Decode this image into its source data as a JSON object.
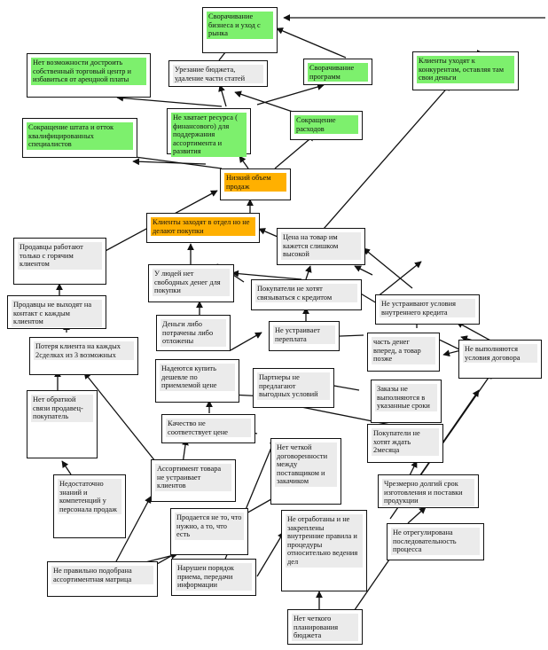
{
  "colors": {
    "green": "#7df06d",
    "orange": "#ffb000",
    "gray": "#ebebeb",
    "line": "#111111"
  },
  "nodes": [
    {
      "id": "n1",
      "text": "Сворачивание бизнеса и уход с рынка",
      "hl": "green"
    },
    {
      "id": "n2",
      "text": "Клиенты уходят к конкурентам, оставляя там свои деньги",
      "hl": "green"
    },
    {
      "id": "n3",
      "text": "Нет возможности достроить собственный торговый центр и избавиться от арендной платы",
      "hl": "green"
    },
    {
      "id": "n4",
      "text": "Урезание бюджета, удаление части статей",
      "hl": "gray"
    },
    {
      "id": "n5",
      "text": "Сворачивание программ",
      "hl": "green"
    },
    {
      "id": "n6",
      "text": "Сокращение штата и отток квалифицированных специалистов",
      "hl": "green"
    },
    {
      "id": "n7",
      "text": "Не хватает ресурса ( финансового) для поддержания ассортимента и развития",
      "hl": "green"
    },
    {
      "id": "n8",
      "text": "Сокращение расходов",
      "hl": "green"
    },
    {
      "id": "n9",
      "text": "Низкий объем продаж",
      "hl": "orange"
    },
    {
      "id": "n10",
      "text": "Клиенты заходят в отдел но не делают покупки",
      "hl": "orange"
    },
    {
      "id": "n11",
      "text": "Цена на товар им кажется слишком высокой",
      "hl": "gray"
    },
    {
      "id": "n12",
      "text": "Продавцы работают только с горячим клиентом",
      "hl": "gray"
    },
    {
      "id": "n13",
      "text": "У людей нет свободных денег для покупки",
      "hl": "gray"
    },
    {
      "id": "n14",
      "text": "Покупатели не хотят связываться с кредитом",
      "hl": "gray"
    },
    {
      "id": "n15",
      "text": "Продавцы не выходят на контакт с каждым клиентом",
      "hl": "gray"
    },
    {
      "id": "n16",
      "text": "Не устраивают условия внутреннего кредита",
      "hl": "gray"
    },
    {
      "id": "n17",
      "text": "Деньги либо потрачены либо отложены",
      "hl": "gray"
    },
    {
      "id": "n18",
      "text": "Не устраивает переплата",
      "hl": "gray"
    },
    {
      "id": "n19",
      "text": "часть денег вперед, а товар позже",
      "hl": "gray"
    },
    {
      "id": "n20",
      "text": "Потеря клиента на каждых 2сделках из 3 возможных",
      "hl": "gray"
    },
    {
      "id": "n21",
      "text": "Не выполняются условия договора",
      "hl": "gray"
    },
    {
      "id": "n22",
      "text": "Надеются купить дешевле по приемлемой цене",
      "hl": "gray"
    },
    {
      "id": "n23",
      "text": "Партнеры не предлагают выгодных условий",
      "hl": "gray"
    },
    {
      "id": "n24",
      "text": "Заказы не выполняются в указанные сроки",
      "hl": "gray"
    },
    {
      "id": "n25",
      "text": "Нет обратной связи продавец-покупатель",
      "hl": "gray"
    },
    {
      "id": "n26",
      "text": "Качество не соответствует цене",
      "hl": "gray"
    },
    {
      "id": "n27",
      "text": "Покупатели не хотят ждать 2месяца",
      "hl": "gray"
    },
    {
      "id": "n28",
      "text": "Нет четкой договоренности между поставщиком и закачиком",
      "hl": "gray"
    },
    {
      "id": "n29",
      "text": "Ассортимент товара не устраивает клиентов",
      "hl": "gray"
    },
    {
      "id": "n30",
      "text": "Недостаточно знаний и компетенций у персонала продаж",
      "hl": "gray"
    },
    {
      "id": "n31",
      "text": "Чрезмерно долгий срок изготовления и поставки продукции",
      "hl": "gray"
    },
    {
      "id": "n32",
      "text": "Продается не то, что нужно, а то, что есть",
      "hl": "gray"
    },
    {
      "id": "n33",
      "text": "Не отработаны и не закреплены внутренние правила и процедуры относительно ведения дел",
      "hl": "gray"
    },
    {
      "id": "n34",
      "text": "Не отрегулирована последовательность процесса",
      "hl": "gray"
    },
    {
      "id": "n35",
      "text": "Не правильно подобрана ассортиментная матрица",
      "hl": "gray"
    },
    {
      "id": "n36",
      "text": "Нарушен порядок приема, передачи информации",
      "hl": "gray"
    },
    {
      "id": "n37",
      "text": "Нет четкого планирования бюджета",
      "hl": "gray"
    }
  ]
}
